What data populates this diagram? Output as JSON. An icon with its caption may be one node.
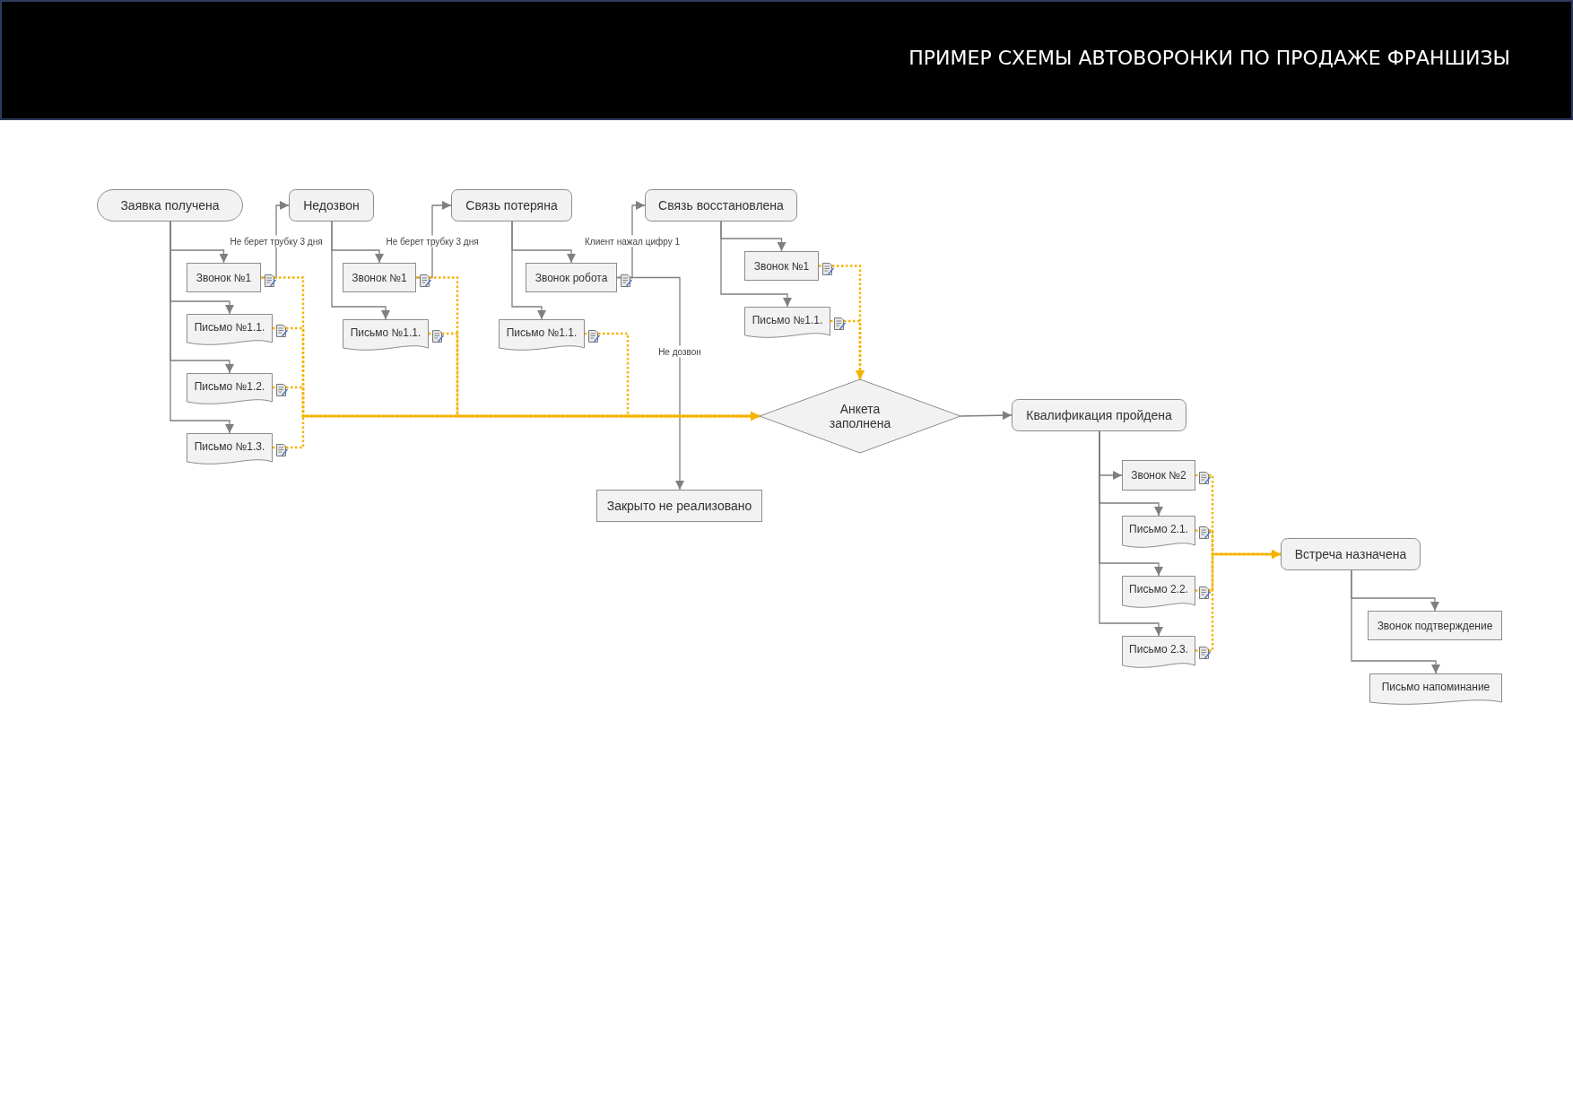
{
  "diagram": {
    "title": "ПРИМЕР СХЕМЫ АВТОВОРОНКИ ПО ПРОДАЖЕ ФРАНШИЗЫ",
    "nodes": [
      {
        "text": [
          "Заявка получена"
        ]
      },
      {
        "text": [
          "Звонок №1"
        ]
      },
      {
        "text": [
          "Письмо №1.1."
        ]
      },
      {
        "text": [
          "Письмо №1.2."
        ]
      },
      {
        "text": [
          "Письмо №1.3."
        ]
      },
      {
        "text": [
          "Недозвон"
        ]
      },
      {
        "text": [
          "Звонок №1"
        ]
      },
      {
        "text": [
          "Письмо №1.1."
        ]
      },
      {
        "text": [
          "Связь потеряна"
        ]
      },
      {
        "text": [
          "Звонок робота"
        ]
      },
      {
        "text": [
          "Письмо №1.1."
        ]
      },
      {
        "text": [
          "Связь восстановлена"
        ]
      },
      {
        "text": [
          "Звонок №1"
        ]
      },
      {
        "text": [
          "Письмо №1.1."
        ]
      },
      {
        "text": [
          "Анкета заполнена"
        ]
      },
      {
        "text": [
          "Закрыто не реализовано"
        ]
      },
      {
        "text": [
          "Квалификация пройдена"
        ]
      },
      {
        "text": [
          "Звонок №2"
        ]
      },
      {
        "text": [
          "Письмо 2.1."
        ]
      },
      {
        "text": [
          "Письмо 2.2."
        ]
      },
      {
        "text": [
          "Письмо 2.3."
        ]
      },
      {
        "text": [
          "Встреча назначена"
        ]
      },
      {
        "text": [
          "Звонок подтверждение"
        ]
      },
      {
        "text": [
          "Письмо напоминание"
        ]
      }
    ],
    "edges": [
      {
        "from": 0,
        "to": 1,
        "arrow": "to"
      },
      {
        "from": 0,
        "to": 2,
        "arrow": "to"
      },
      {
        "from": 0,
        "to": 3,
        "arrow": "to"
      },
      {
        "from": 0,
        "to": 4,
        "arrow": "to"
      },
      {
        "from": 1,
        "to": 5,
        "arrow": "to",
        "label": "Не берет трубку 3 дня"
      },
      {
        "from": 5,
        "to": 6,
        "arrow": "to"
      },
      {
        "from": 5,
        "to": 7,
        "arrow": "to"
      },
      {
        "from": 6,
        "to": 8,
        "arrow": "to",
        "label": "Не берет трубку 3 дня"
      },
      {
        "from": 8,
        "to": 9,
        "arrow": "to"
      },
      {
        "from": 8,
        "to": 10,
        "arrow": "to"
      },
      {
        "from": 9,
        "to": 11,
        "arrow": "to",
        "label": "Клиент нажал цифру 1"
      },
      {
        "from": 9,
        "to": 15,
        "arrow": "to",
        "label": "Не дозвон"
      },
      {
        "from": 11,
        "to": 12,
        "arrow": "to"
      },
      {
        "from": 11,
        "to": 13,
        "arrow": "to"
      },
      {
        "from": 1,
        "to": 14,
        "arrow": "to",
        "style": "dashed",
        "color": "#f5b301"
      },
      {
        "from": 2,
        "to": 14,
        "arrow": "to",
        "style": "dashed",
        "color": "#f5b301"
      },
      {
        "from": 3,
        "to": 14,
        "arrow": "to",
        "style": "dashed",
        "color": "#f5b301"
      },
      {
        "from": 4,
        "to": 14,
        "arrow": "to",
        "style": "dashed",
        "color": "#f5b301"
      },
      {
        "from": 6,
        "to": 14,
        "arrow": "to",
        "style": "dashed",
        "color": "#f5b301"
      },
      {
        "from": 7,
        "to": 14,
        "arrow": "to",
        "style": "dashed",
        "color": "#f5b301"
      },
      {
        "from": 10,
        "to": 14,
        "arrow": "to",
        "style": "dashed",
        "color": "#f5b301"
      },
      {
        "from": 12,
        "to": 14,
        "arrow": "to",
        "style": "dashed",
        "color": "#f5b301"
      },
      {
        "from": 13,
        "to": 14,
        "arrow": "to",
        "style": "dashed",
        "color": "#f5b301"
      },
      {
        "from": 14,
        "to": 16,
        "arrow": "to"
      },
      {
        "from": 16,
        "to": 17,
        "arrow": "to"
      },
      {
        "from": 16,
        "to": 18,
        "arrow": "to"
      },
      {
        "from": 16,
        "to": 19,
        "arrow": "to"
      },
      {
        "from": 16,
        "to": 20,
        "arrow": "to"
      },
      {
        "from": 17,
        "to": 21,
        "arrow": "to",
        "style": "dashed",
        "color": "#f5b301"
      },
      {
        "from": 18,
        "to": 21,
        "arrow": "to",
        "style": "dashed",
        "color": "#f5b301"
      },
      {
        "from": 19,
        "to": 21,
        "arrow": "to",
        "style": "dashed",
        "color": "#f5b301"
      },
      {
        "from": 20,
        "to": 21,
        "arrow": "to",
        "style": "dashed",
        "color": "#f5b301"
      },
      {
        "from": 21,
        "to": 22,
        "arrow": "to"
      },
      {
        "from": 21,
        "to": 23,
        "arrow": "to"
      }
    ]
  }
}
